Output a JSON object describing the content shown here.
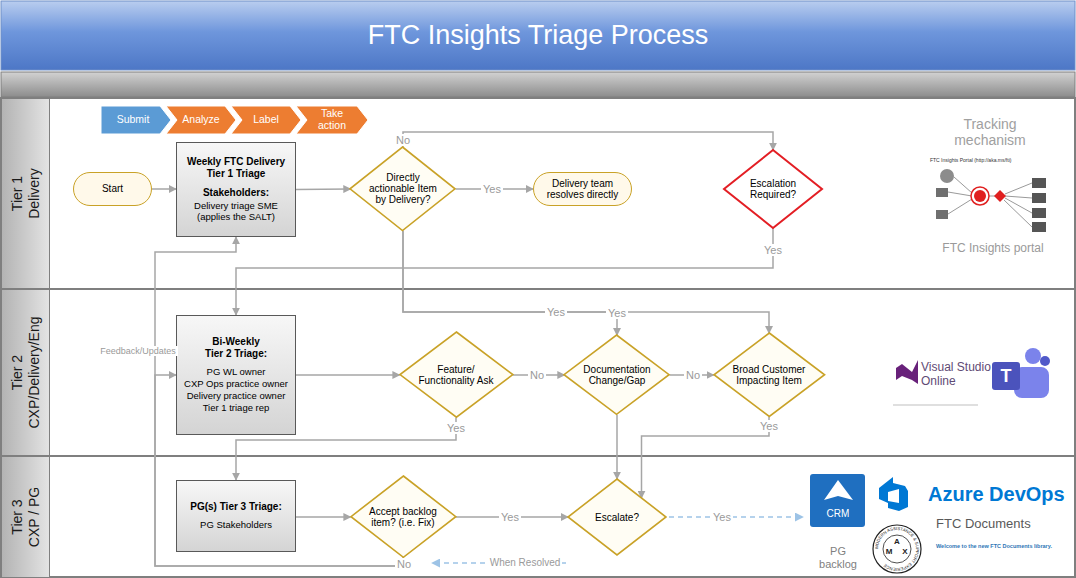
{
  "diagram": {
    "title": "FTC Insights Triage Process",
    "nodes": [
      {
        "text": [
          "Tier 1 Delivery"
        ]
      },
      {
        "text": [
          "Submit"
        ],
        "in": 0
      },
      {
        "text": [
          "Analyze"
        ],
        "in": 0
      },
      {
        "text": [
          "Label"
        ],
        "in": 0
      },
      {
        "text": [
          "Take action"
        ],
        "in": 0
      },
      {
        "text": [
          "Start"
        ],
        "in": 0
      },
      {
        "text": [
          "Weekly FTC Delivery Tier 1 Triage",
          "Stakeholders:",
          "Delivery triage SME (applies the SALT)"
        ],
        "in": 0
      },
      {
        "text": [
          "Directly actionable Item by Delivery?"
        ],
        "in": 0
      },
      {
        "text": [
          "Delivery team resolves directly"
        ],
        "in": 0
      },
      {
        "text": [
          "Escalation Required?"
        ],
        "in": 0
      },
      {
        "text": [
          "Tier 2 CXP/Delivery/Eng"
        ]
      },
      {
        "text": [
          "Bi-Weekly Tier 2 Triage:",
          "PG WL owner",
          "CXP Ops practice owner",
          "Delivery practice owner",
          "Tier 1 triage rep"
        ],
        "in": 10
      },
      {
        "text": [
          "Feature/ Functionality Ask"
        ],
        "in": 10
      },
      {
        "text": [
          "Documentation Change/Gap"
        ],
        "in": 10
      },
      {
        "text": [
          "Broad Customer Impacting Item"
        ],
        "in": 10
      },
      {
        "text": [
          "Tier 3 CXP / PG"
        ]
      },
      {
        "text": [
          "PG(s) Tier 3 Triage:",
          "PG Stakeholders"
        ],
        "in": 15
      },
      {
        "text": [
          "Accept backlog item? (i.e. Fix)"
        ],
        "in": 15
      },
      {
        "text": [
          "Escalate?"
        ],
        "in": 15
      }
    ],
    "edges": [
      {
        "from": 5,
        "to": 6,
        "arrow": "to"
      },
      {
        "from": 6,
        "to": 7,
        "arrow": "to"
      },
      {
        "from": 7,
        "to": 8,
        "label": "Yes",
        "arrow": "to"
      },
      {
        "from": 7,
        "to": 9,
        "label": "No",
        "arrow": "to"
      },
      {
        "from": 9,
        "to": 11,
        "label": "Yes",
        "arrow": "to"
      },
      {
        "from": 7,
        "to": 13,
        "label": "Yes",
        "arrow": "to"
      },
      {
        "from": 7,
        "to": 14,
        "label": "Yes",
        "arrow": "to"
      },
      {
        "from": 11,
        "to": 12,
        "arrow": "to"
      },
      {
        "from": 12,
        "to": 13,
        "label": "No",
        "arrow": "to"
      },
      {
        "from": 13,
        "to": 14,
        "label": "No",
        "arrow": "to"
      },
      {
        "from": 12,
        "to": 16,
        "label": "Yes",
        "arrow": "to"
      },
      {
        "from": 13,
        "to": 18,
        "arrow": "to"
      },
      {
        "from": 14,
        "to": 18,
        "label": "Yes",
        "arrow": "to"
      },
      {
        "from": 16,
        "to": 17,
        "arrow": "to"
      },
      {
        "from": 17,
        "to": 18,
        "label": "Yes",
        "arrow": "to"
      },
      {
        "from": 17,
        "to": 6,
        "label": "No",
        "arrow": "to"
      },
      {
        "from": 17,
        "to": 11,
        "label": "Feedback/Updates",
        "arrow": "to"
      }
    ],
    "labels": [
      "Tracking mechanism",
      "FTC Insights Portal (http://aka.ms/fti)",
      "FTC Insights portal",
      "Visual Studio Online",
      "T",
      "Yes",
      "CRM",
      "PG backlog",
      "Azure DevOps",
      "FTC Documents",
      "MODERN ASSISTANCE & SUPPORT EXPERIENCE",
      "M",
      "A",
      "X",
      "Welcome to the new FTC Documents library.",
      "When Resolved"
    ]
  }
}
